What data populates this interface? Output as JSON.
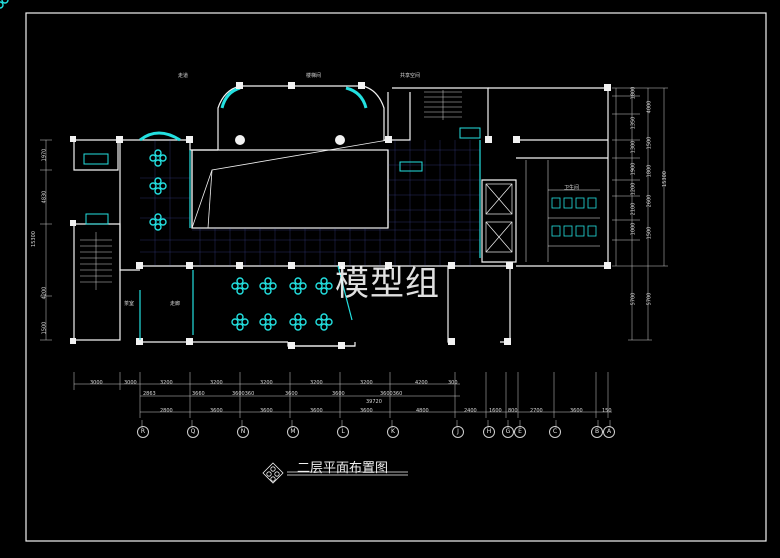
{
  "drawing": {
    "title": "二层平面布置图",
    "watermark": "模型组",
    "colors": {
      "background": "#000000",
      "wall": "#f2f2f2",
      "accent": "#00c0c0",
      "grid": "#6d77ff",
      "furniture": "#23e0e0"
    }
  },
  "dimensions": {
    "top_row": [
      "3000",
      "3000",
      "3200",
      "3200",
      "3200",
      "3200",
      "3200",
      "4200",
      "300"
    ],
    "mid_row": [
      "2863",
      "3660",
      "3600360",
      "3600",
      "3600",
      "3600360",
      "39720"
    ],
    "bottom_row": [
      "2800",
      "3600",
      "3600",
      "3600",
      "3600",
      "4800",
      "2400",
      "1600",
      "800",
      "2700",
      "3600",
      "150"
    ],
    "left_col": [
      "1970",
      "4830",
      "15300",
      "4200",
      "1500"
    ],
    "right_col": [
      "1800",
      "1350",
      "1300",
      "1900",
      "1200",
      "2100",
      "1000",
      "4000",
      "1500",
      "1800",
      "2600",
      "1500",
      "15300",
      "5700",
      "5700"
    ]
  },
  "axes": [
    "R",
    "Q",
    "N",
    "M",
    "L",
    "K",
    "J",
    "H",
    "G",
    "E",
    "C",
    "B",
    "A"
  ],
  "room_labels": [
    "走道",
    "楼梯间",
    "共享空间",
    "茶室",
    "走廊",
    "卫生间"
  ]
}
